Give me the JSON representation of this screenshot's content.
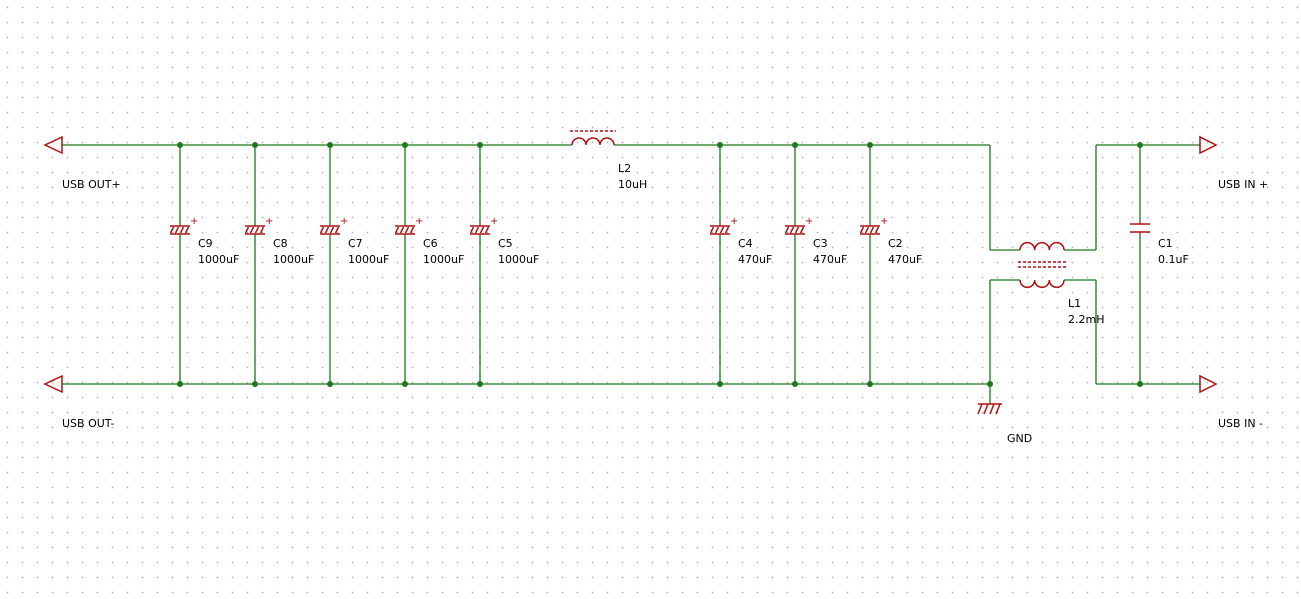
{
  "colors": {
    "wire": "#1a7a1a",
    "component": "#b01010",
    "grid_dot": "#b8b8b8",
    "background": "#ffffff",
    "text": "#000000"
  },
  "ports": {
    "usb_out_plus": "USB OUT+",
    "usb_out_minus": "USB OUT-",
    "usb_in_plus": "USB IN +",
    "usb_in_minus": "USB IN -"
  },
  "ground_label": "GND",
  "inductors": [
    {
      "ref": "L2",
      "value": "10uH"
    },
    {
      "ref": "L1",
      "value": "2.2mH"
    }
  ],
  "capacitors": [
    {
      "ref": "C9",
      "value": "1000uF",
      "type": "polarized"
    },
    {
      "ref": "C8",
      "value": "1000uF",
      "type": "polarized"
    },
    {
      "ref": "C7",
      "value": "1000uF",
      "type": "polarized"
    },
    {
      "ref": "C6",
      "value": "1000uF",
      "type": "polarized"
    },
    {
      "ref": "C5",
      "value": "1000uF",
      "type": "polarized"
    },
    {
      "ref": "C4",
      "value": "470uF",
      "type": "polarized"
    },
    {
      "ref": "C3",
      "value": "470uF",
      "type": "polarized"
    },
    {
      "ref": "C2",
      "value": "470uF",
      "type": "polarized"
    },
    {
      "ref": "C1",
      "value": "0.1uF",
      "type": "non-polarized"
    }
  ]
}
